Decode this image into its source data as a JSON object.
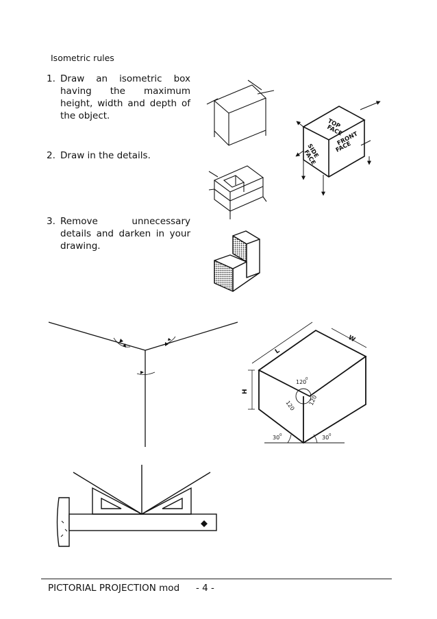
{
  "heading": "Isometric rules",
  "steps": [
    {
      "number": "1.",
      "text": "Draw an isometric box having the maximum height, width and depth of the object."
    },
    {
      "number": "2.",
      "text": "Draw in the details."
    },
    {
      "number": "3.",
      "text": "Remove unnecessary details and darken in your drawing."
    }
  ],
  "face_labels": {
    "top": [
      "TOP",
      "FACE"
    ],
    "front": [
      "FRONT",
      "FACE"
    ],
    "side": [
      "SIDE",
      "FACE"
    ]
  },
  "dimension_labels": {
    "length": "L",
    "width": "W",
    "height": "H"
  },
  "angle_labels": {
    "angle_120": "120",
    "angle_30": "30",
    "degree": "0"
  },
  "footer": {
    "title": "PICTORIAL PROJECTION mod",
    "page": "- 4 -"
  }
}
